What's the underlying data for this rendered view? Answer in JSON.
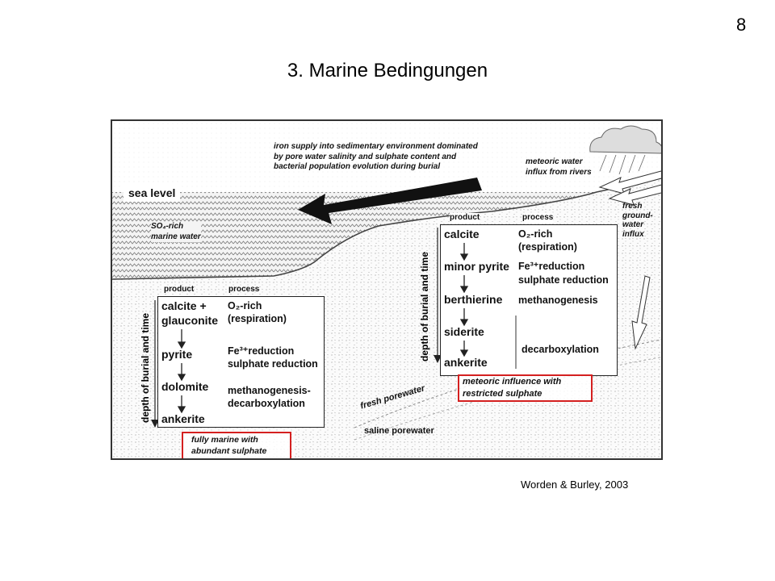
{
  "slide": {
    "page_number": "8",
    "title": "3. Marine Bedingungen",
    "citation": "Worden & Burley, 2003"
  },
  "figure": {
    "top_note": [
      "iron supply into sedimentary environment dominated",
      "by pore water salinity and sulphate content and",
      "bacterial population evolution during burial"
    ],
    "meteoric_note": [
      "meteoric water",
      "influx from rivers"
    ],
    "groundwater_note": [
      "fresh",
      "ground-",
      "water",
      "influx"
    ],
    "sea_level": "sea level",
    "marine_water": [
      "SO₄-rich",
      "marine water"
    ],
    "fresh_porewater": "fresh porewater",
    "saline_porewater": "saline porewater",
    "marine_panel": {
      "product_header": "product",
      "process_header": "process",
      "axis_label": "depth of burial and time",
      "products": [
        "calcite +",
        "glauconite",
        "pyrite",
        "dolomite",
        "ankerite"
      ],
      "processes": [
        "O₂-rich",
        "(respiration)",
        "Fe³⁺reduction",
        "sulphate reduction",
        "methanogenesis-",
        "decarboxylation"
      ],
      "highlight": [
        "fully marine with",
        "abundant sulphate"
      ]
    },
    "meteoric_panel": {
      "product_header": "product",
      "process_header": "process",
      "axis_label": "depth of burial and time",
      "products": [
        "calcite",
        "minor pyrite",
        "berthierine",
        "siderite",
        "ankerite"
      ],
      "processes": [
        "O₂-rich",
        "(respiration)",
        "Fe³⁺reduction",
        "sulphate reduction",
        "methanogenesis",
        "decarboxylation"
      ],
      "highlight": [
        "meteoric influence with",
        "restricted sulphate"
      ]
    },
    "colors": {
      "highlight_border": "#d42020",
      "ink": "#111111"
    }
  }
}
